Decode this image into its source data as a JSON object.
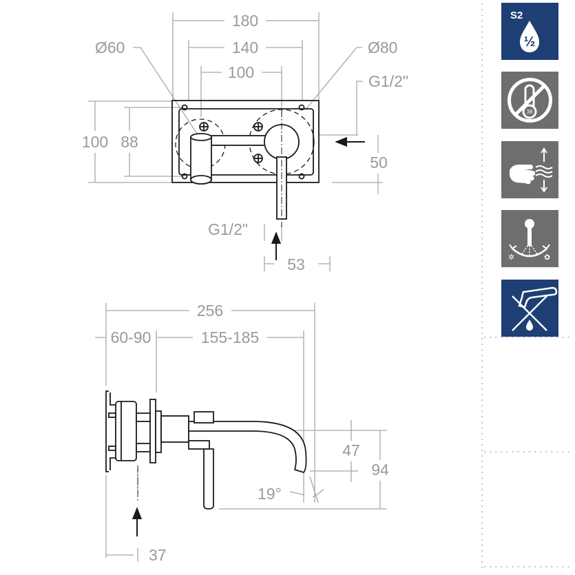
{
  "front_view": {
    "dim_width_total": "180",
    "dim_width_mid": "140",
    "dim_width_inner": "100",
    "dim_diameter_left": "Ø60",
    "dim_diameter_right": "Ø80",
    "dim_thread_right": "G1/2\"",
    "dim_height_total": "100",
    "dim_height_inner": "88",
    "dim_offset_right": "50",
    "dim_thread_bottom": "G1/2\"",
    "dim_offset_bottom": "53"
  },
  "side_view": {
    "dim_length_total": "256",
    "dim_wall_range": "60-90",
    "dim_projection_range": "155-185",
    "dim_spout_height": "47",
    "dim_total_height": "94",
    "dim_angle": "19°",
    "dim_inlet_offset": "37"
  },
  "feature_icons": [
    {
      "name": "S2 ½ water saving",
      "label": "S2",
      "sublabel": "½",
      "color": "#1e3f73"
    },
    {
      "name": "no thermostat 38",
      "label": "38",
      "color": "#6e6e6e"
    },
    {
      "name": "hand wash flow",
      "color": "#6e6e6e"
    },
    {
      "name": "swivel hot cold",
      "color": "#6e6e6e"
    },
    {
      "name": "no drip",
      "color": "#1e3f73"
    }
  ],
  "colors": {
    "dimension": "#9a9a9a",
    "outline": "#1a1a1a",
    "tile_blue": "#1e3f73",
    "tile_gray": "#6e6e6e"
  }
}
